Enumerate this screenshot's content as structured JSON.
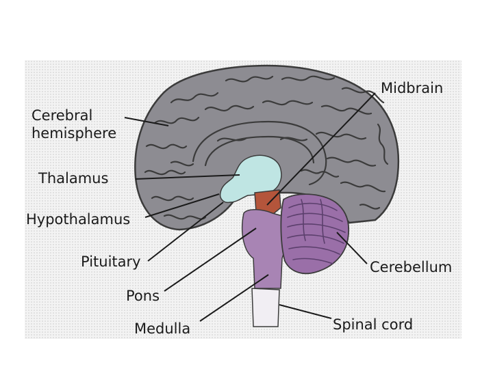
{
  "labels": {
    "cerebral_line1": "Cerebral",
    "cerebral_line2": "hemisphere",
    "thalamus": "Thalamus",
    "hypothalamus": "Hypothalamus",
    "pituitary": "Pituitary",
    "pons": "Pons",
    "medulla": "Medulla",
    "midbrain": "Midbrain",
    "cerebellum": "Cerebellum",
    "spinal_cord": "Spinal cord"
  },
  "colors": {
    "cerebrum": "#8d8c92",
    "cerebrum_outline": "#3b3b3b",
    "thalamus": "#bfe5e3",
    "midbrain": "#b4553b",
    "brainstem": "#a884b4",
    "cerebellum": "#9a6fa8",
    "panel": "#f3f3f3",
    "text": "#1a1a1a"
  }
}
